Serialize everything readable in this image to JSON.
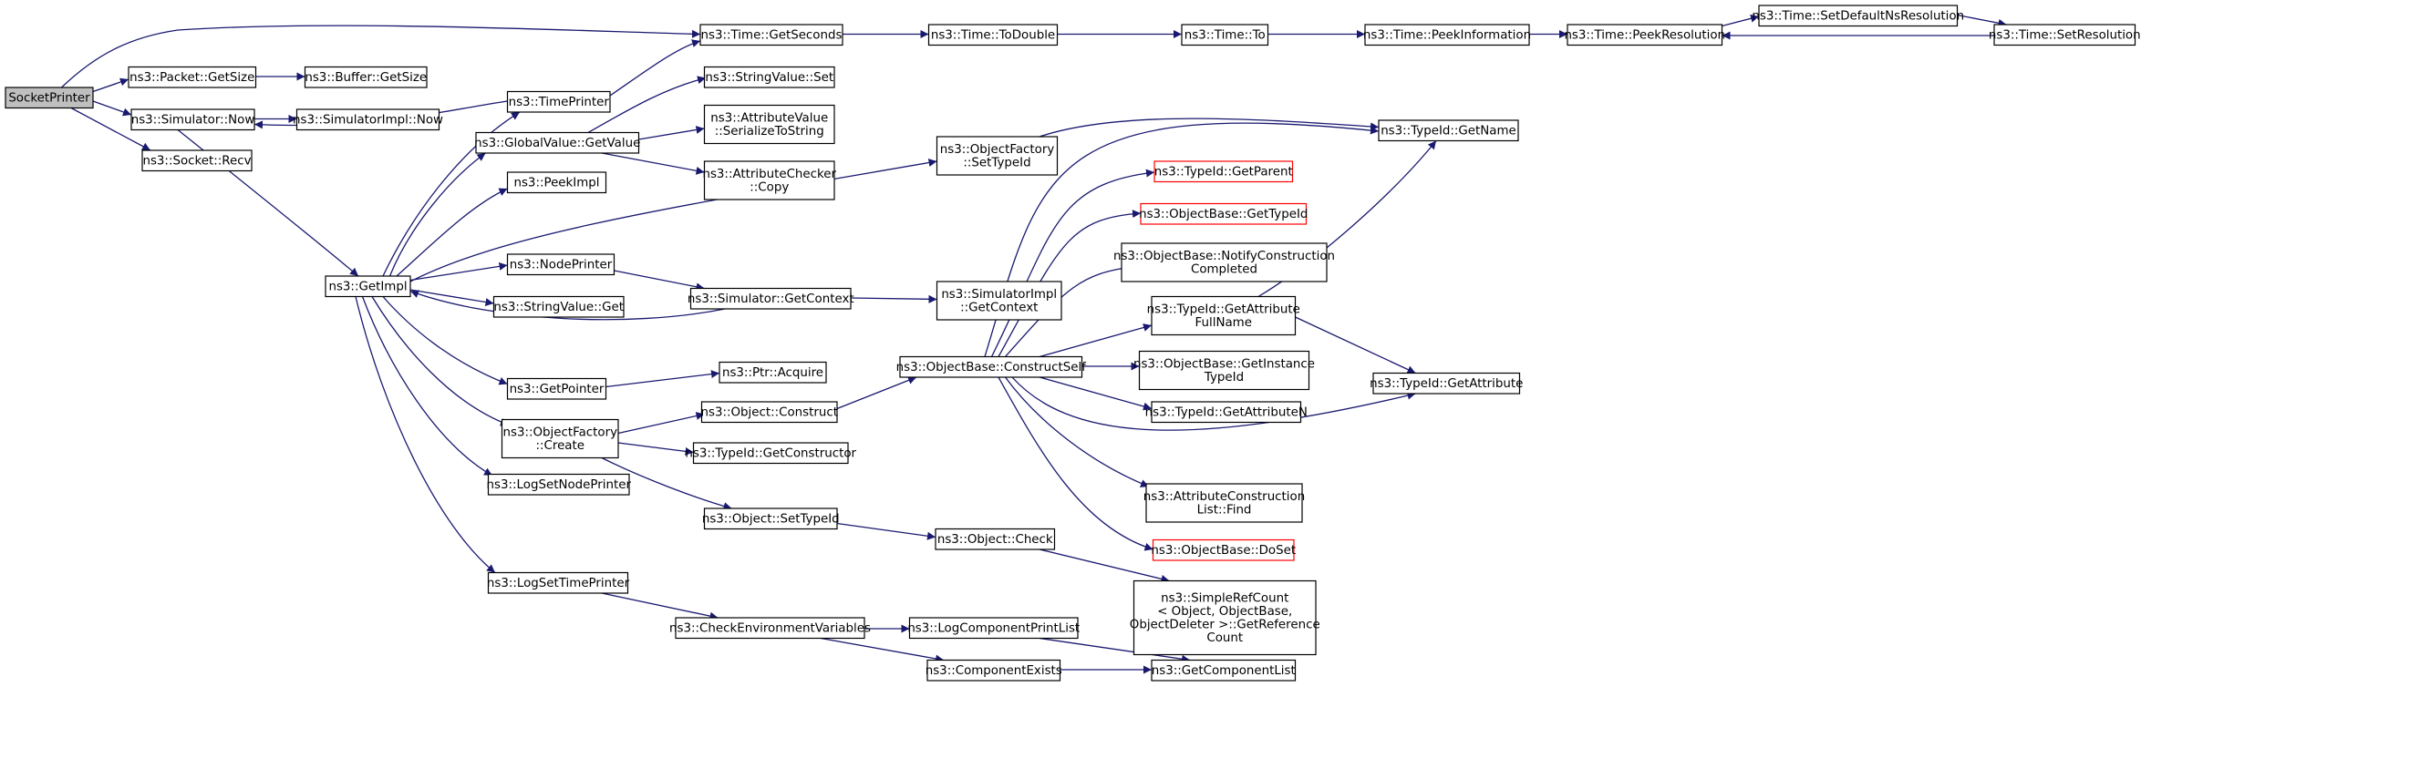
{
  "colors": {
    "edge": "#191970",
    "node_border": "#000000",
    "node_fill": "#ffffff",
    "root_fill": "#bfbfbf",
    "undocumented_border": "#ff0000"
  },
  "nodes": [
    {
      "id": "n0",
      "lines": [
        "SocketPrinter"
      ],
      "style": "root"
    },
    {
      "id": "n1",
      "lines": [
        "ns3::Time::GetSeconds"
      ]
    },
    {
      "id": "n2",
      "lines": [
        "ns3::Time::ToDouble"
      ]
    },
    {
      "id": "n3",
      "lines": [
        "ns3::Time::To"
      ]
    },
    {
      "id": "n4",
      "lines": [
        "ns3::Time::PeekInformation"
      ]
    },
    {
      "id": "n5",
      "lines": [
        "ns3::Time::PeekResolution"
      ]
    },
    {
      "id": "n6",
      "lines": [
        "ns3::Time::SetDefaultNsResolution"
      ]
    },
    {
      "id": "n7",
      "lines": [
        "ns3::Time::SetResolution"
      ]
    },
    {
      "id": "n8",
      "lines": [
        "ns3::Packet::GetSize"
      ]
    },
    {
      "id": "n9",
      "lines": [
        "ns3::Buffer::GetSize"
      ]
    },
    {
      "id": "n10",
      "lines": [
        "ns3::Simulator::Now"
      ]
    },
    {
      "id": "n11",
      "lines": [
        "ns3::SimulatorImpl::Now"
      ]
    },
    {
      "id": "n12",
      "lines": [
        "ns3::Socket::Recv"
      ]
    },
    {
      "id": "n13",
      "lines": [
        "ns3::GetImpl"
      ]
    },
    {
      "id": "n14",
      "lines": [
        "ns3::TimePrinter"
      ]
    },
    {
      "id": "n15",
      "lines": [
        "ns3::GlobalValue::GetValue"
      ]
    },
    {
      "id": "n16",
      "lines": [
        "ns3::StringValue::Set"
      ]
    },
    {
      "id": "n17",
      "lines": [
        "ns3::AttributeValue",
        "::SerializeToString"
      ]
    },
    {
      "id": "n18",
      "lines": [
        "ns3::AttributeChecker",
        "::Copy"
      ]
    },
    {
      "id": "n19",
      "lines": [
        "ns3::PeekImpl"
      ]
    },
    {
      "id": "n20",
      "lines": [
        "ns3::NodePrinter"
      ]
    },
    {
      "id": "n21",
      "lines": [
        "ns3::StringValue::Get"
      ]
    },
    {
      "id": "n22",
      "lines": [
        "ns3::Simulator::GetContext"
      ]
    },
    {
      "id": "n23",
      "lines": [
        "ns3::SimulatorImpl",
        "::GetContext"
      ]
    },
    {
      "id": "n24",
      "lines": [
        "ns3::GetPointer"
      ]
    },
    {
      "id": "n25",
      "lines": [
        "ns3::Ptr::Acquire"
      ]
    },
    {
      "id": "n26",
      "lines": [
        "ns3::ObjectFactory",
        "::Create"
      ]
    },
    {
      "id": "n27",
      "lines": [
        "ns3::Object::Construct"
      ]
    },
    {
      "id": "n28",
      "lines": [
        "ns3::TypeId::GetConstructor"
      ]
    },
    {
      "id": "n29",
      "lines": [
        "ns3::Object::SetTypeId"
      ]
    },
    {
      "id": "n30",
      "lines": [
        "ns3::Object::Check"
      ]
    },
    {
      "id": "n31",
      "lines": [
        "ns3::LogSetNodePrinter"
      ]
    },
    {
      "id": "n32",
      "lines": [
        "ns3::LogSetTimePrinter"
      ]
    },
    {
      "id": "n33",
      "lines": [
        "ns3::CheckEnvironmentVariables"
      ]
    },
    {
      "id": "n34",
      "lines": [
        "ns3::LogComponentPrintList"
      ]
    },
    {
      "id": "n35",
      "lines": [
        "ns3::ComponentExists"
      ]
    },
    {
      "id": "n36",
      "lines": [
        "ns3::GetComponentList"
      ]
    },
    {
      "id": "n37",
      "lines": [
        "ns3::ObjectFactory",
        "::SetTypeId"
      ]
    },
    {
      "id": "n38",
      "lines": [
        "ns3::TypeId::GetName"
      ]
    },
    {
      "id": "n39",
      "lines": [
        "ns3::ObjectBase::ConstructSelf"
      ]
    },
    {
      "id": "n40",
      "lines": [
        "ns3::TypeId::GetParent"
      ],
      "style": "undocumented"
    },
    {
      "id": "n41",
      "lines": [
        "ns3::ObjectBase::GetTypeId"
      ],
      "style": "undocumented"
    },
    {
      "id": "n42",
      "lines": [
        "ns3::ObjectBase::NotifyConstruction",
        "Completed"
      ]
    },
    {
      "id": "n43",
      "lines": [
        "ns3::TypeId::GetAttribute",
        "FullName"
      ]
    },
    {
      "id": "n44",
      "lines": [
        "ns3::ObjectBase::GetInstance",
        "TypeId"
      ]
    },
    {
      "id": "n45",
      "lines": [
        "ns3::TypeId::GetAttributeN"
      ]
    },
    {
      "id": "n46",
      "lines": [
        "ns3::TypeId::GetAttribute"
      ]
    },
    {
      "id": "n47",
      "lines": [
        "ns3::AttributeConstruction",
        "List::Find"
      ]
    },
    {
      "id": "n48",
      "lines": [
        "ns3::ObjectBase::DoSet"
      ],
      "style": "undocumented"
    },
    {
      "id": "n49",
      "lines": [
        "ns3::SimpleRefCount",
        "< Object, ObjectBase,",
        "ObjectDeleter >::GetReference",
        "Count"
      ]
    }
  ],
  "edges": [
    [
      "n0",
      "n1"
    ],
    [
      "n0",
      "n8"
    ],
    [
      "n0",
      "n10"
    ],
    [
      "n0",
      "n12"
    ],
    [
      "n1",
      "n2"
    ],
    [
      "n2",
      "n3"
    ],
    [
      "n3",
      "n4"
    ],
    [
      "n4",
      "n5"
    ],
    [
      "n5",
      "n6"
    ],
    [
      "n6",
      "n7"
    ],
    [
      "n7",
      "n5"
    ],
    [
      "n8",
      "n9"
    ],
    [
      "n10",
      "n11"
    ],
    [
      "n10",
      "n13"
    ],
    [
      "n13",
      "n14"
    ],
    [
      "n13",
      "n15"
    ],
    [
      "n13",
      "n19"
    ],
    [
      "n13",
      "n20"
    ],
    [
      "n13",
      "n21"
    ],
    [
      "n13",
      "n24"
    ],
    [
      "n13",
      "n26"
    ],
    [
      "n13",
      "n31"
    ],
    [
      "n13",
      "n32"
    ],
    [
      "n13",
      "n37"
    ],
    [
      "n14",
      "n10"
    ],
    [
      "n14",
      "n1"
    ],
    [
      "n15",
      "n16"
    ],
    [
      "n15",
      "n17"
    ],
    [
      "n15",
      "n18"
    ],
    [
      "n20",
      "n22"
    ],
    [
      "n22",
      "n23"
    ],
    [
      "n22",
      "n13"
    ],
    [
      "n24",
      "n25"
    ],
    [
      "n26",
      "n27"
    ],
    [
      "n26",
      "n28"
    ],
    [
      "n26",
      "n29"
    ],
    [
      "n27",
      "n39"
    ],
    [
      "n29",
      "n30"
    ],
    [
      "n30",
      "n49"
    ],
    [
      "n32",
      "n33"
    ],
    [
      "n33",
      "n34"
    ],
    [
      "n33",
      "n35"
    ],
    [
      "n34",
      "n36"
    ],
    [
      "n35",
      "n36"
    ],
    [
      "n37",
      "n38"
    ],
    [
      "n39",
      "n38"
    ],
    [
      "n39",
      "n40"
    ],
    [
      "n39",
      "n41"
    ],
    [
      "n39",
      "n42"
    ],
    [
      "n39",
      "n43"
    ],
    [
      "n39",
      "n44"
    ],
    [
      "n39",
      "n45"
    ],
    [
      "n39",
      "n46"
    ],
    [
      "n39",
      "n47"
    ],
    [
      "n39",
      "n48"
    ],
    [
      "n43",
      "n38"
    ],
    [
      "n43",
      "n46"
    ]
  ]
}
